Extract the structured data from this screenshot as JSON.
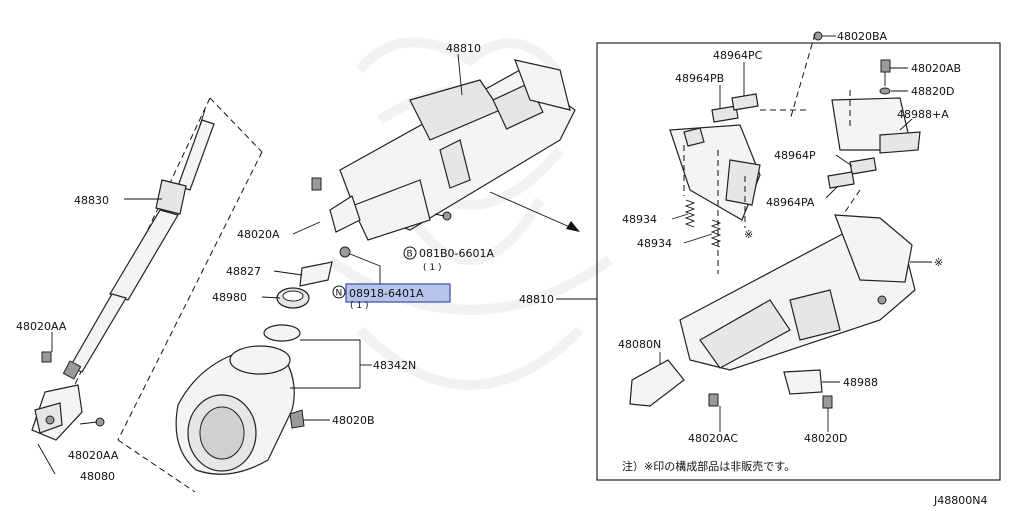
{
  "diagram_code": "J48800N4",
  "note": "注）※印の構成部品は非販売です。",
  "highlight_color": "#b9c4ec",
  "labels": {
    "p48810_top": "48810",
    "p48830": "48830",
    "p48020A": "48020A",
    "p48827": "48827",
    "p48980": "48980",
    "p48020AA_top": "48020AA",
    "p48342N": "48342N",
    "p48020AA_bottom": "48020AA",
    "p48080": "48080",
    "p48020B": "48020B",
    "bolt_081B0": "081B0-6601A",
    "bolt_081B0_qty": "( 1 )",
    "bolt_081B0_letter": "B",
    "nut_08918": "08918-6401A",
    "nut_08918_qty": "( 1 )",
    "nut_08918_letter": "N",
    "p48020BA": "48020BA",
    "p48964PC": "48964PC",
    "p48964PB": "48964PB",
    "p48020AB": "48020AB",
    "p48820D": "48820D",
    "p48988A": "48988+A",
    "p48964P": "48964P",
    "p48964PA": "48964PA",
    "p48934_1": "48934",
    "p48934_2": "48934",
    "p48810_right": "48810",
    "p48080N": "48080N",
    "p48988": "48988",
    "p48020AC": "48020AC",
    "p48020D": "48020D",
    "mark": "※"
  }
}
